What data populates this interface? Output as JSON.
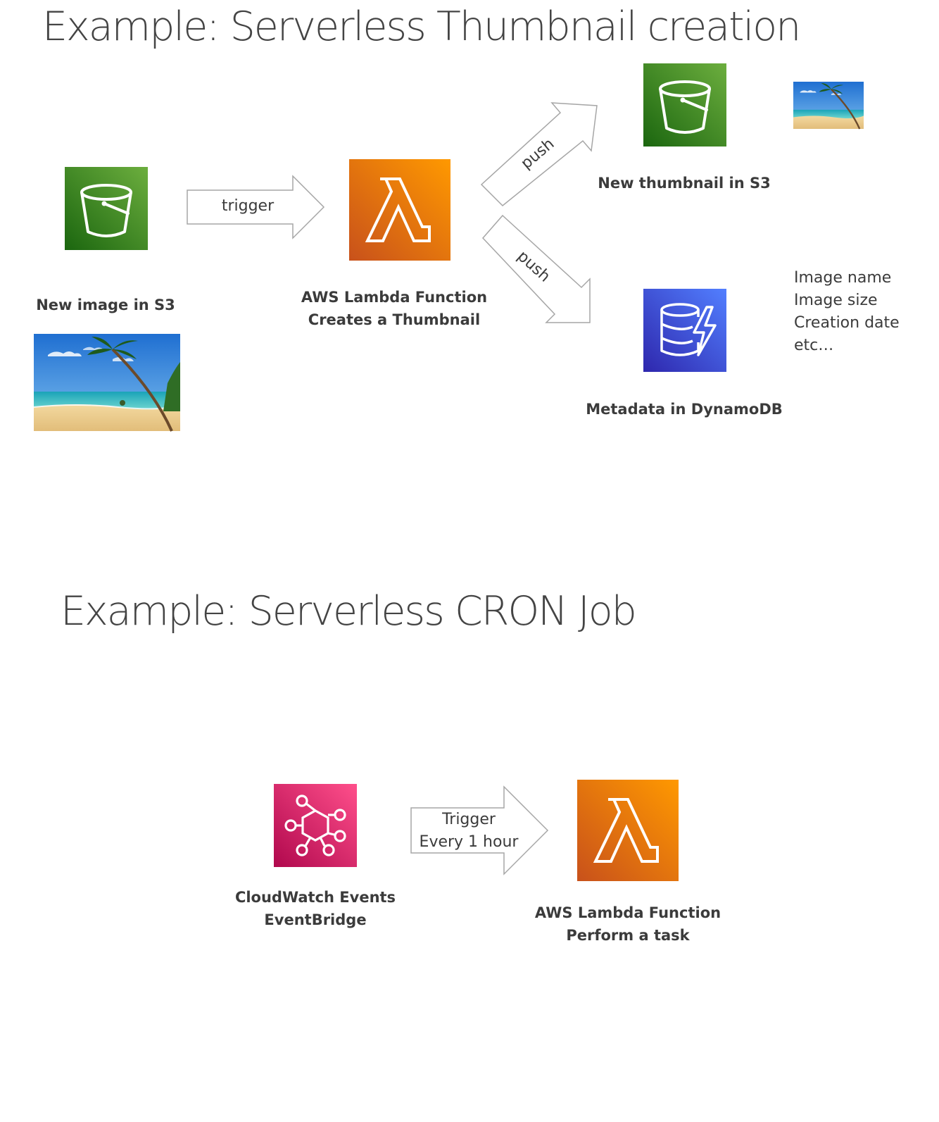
{
  "thumbnail_example": {
    "title": "Example: Serverless Thumbnail creation",
    "source_bucket": {
      "icon": "s3-bucket-icon",
      "label": "New image in S3",
      "color": "#3f8624"
    },
    "trigger_arrow": {
      "label": "trigger"
    },
    "lambda": {
      "icon": "lambda-icon",
      "label_line1": "AWS Lambda Function",
      "label_line2": "Creates a Thumbnail",
      "color": "#ed7100"
    },
    "push_arrow_up": {
      "label": "push"
    },
    "push_arrow_down": {
      "label": "push"
    },
    "thumbnail_bucket": {
      "icon": "s3-bucket-icon",
      "label": "New thumbnail in S3",
      "color": "#3f8624"
    },
    "dynamodb": {
      "icon": "dynamodb-icon",
      "label": "Metadata in DynamoDB",
      "color": "#3b48cc"
    },
    "metadata_fields": [
      "Image name",
      "Image size",
      "Creation date",
      "etc…"
    ]
  },
  "cron_example": {
    "title": "Example: Serverless CRON Job",
    "eventbridge": {
      "icon": "eventbridge-icon",
      "label_line1": "CloudWatch Events",
      "label_line2": "EventBridge",
      "color": "#e7157b"
    },
    "trigger_arrow": {
      "label_line1": "Trigger",
      "label_line2": "Every 1 hour"
    },
    "lambda": {
      "icon": "lambda-icon",
      "label_line1": "AWS Lambda Function",
      "label_line2": "Perform a task",
      "color": "#ed7100"
    }
  }
}
